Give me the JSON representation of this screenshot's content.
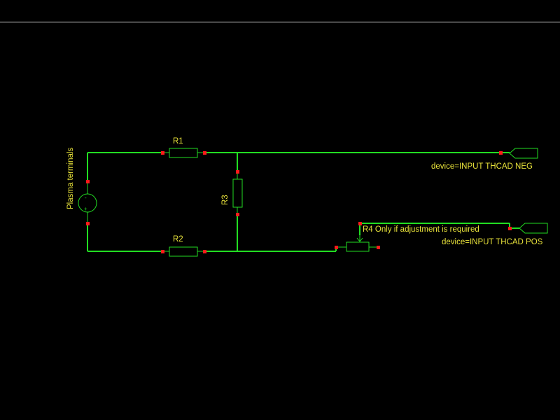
{
  "schematic": {
    "components": {
      "r1": "R1",
      "r2": "R2",
      "r3": "R3",
      "r4": "R4 Only if adjustment is required",
      "source": "Plasma terminals"
    },
    "ports": {
      "neg": "device=INPUT THCAD NEG",
      "pos": "device=INPUT THCAD POS"
    },
    "symbols": {
      "minus": "-",
      "plus": "+"
    }
  },
  "colors": {
    "background": "#000000",
    "wire": "#22dd22",
    "pin": "#ff1a1a",
    "label": "#e8e23a",
    "rule": "#cfcfcf"
  }
}
